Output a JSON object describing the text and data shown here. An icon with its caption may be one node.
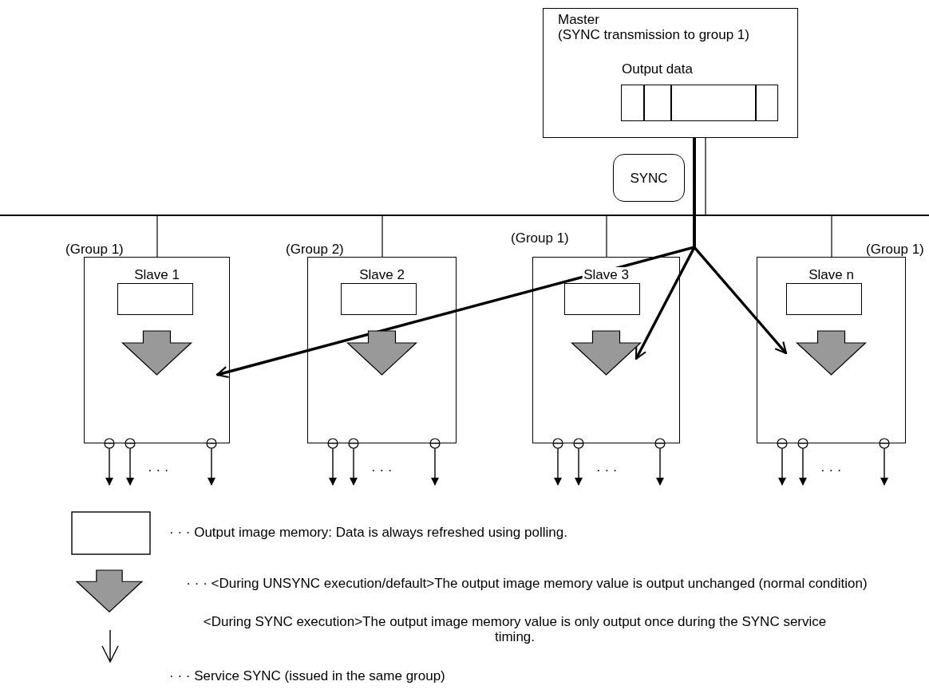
{
  "diagram": {
    "nodes": [
      {
        "text": [
          "Master",
          "(SYNC transmission to group 1)",
          "Output data"
        ]
      },
      {
        "text": [],
        "shape": "box",
        "in": 0
      },
      {
        "text": [
          "SYNC"
        ]
      },
      {
        "text": [],
        "shape": "bar"
      },
      {
        "text": [
          "Slave 1"
        ],
        "beside": [
          "(Group 1)"
        ]
      },
      {
        "text": [],
        "shape": "box",
        "in": 4
      },
      {
        "text": [
          "Slave 2"
        ],
        "beside": [
          "(Group 2)"
        ]
      },
      {
        "text": [],
        "shape": "box",
        "in": 6
      },
      {
        "text": [
          "Slave 3"
        ],
        "beside": [
          "(Group 1)"
        ]
      },
      {
        "text": [],
        "shape": "box",
        "in": 8
      },
      {
        "text": [
          "Slave n"
        ],
        "beside": [
          "(Group 1)"
        ]
      },
      {
        "text": [],
        "shape": "box",
        "in": 10
      }
    ],
    "edges": [
      {
        "from": 0,
        "to": 3,
        "arrow": "none"
      },
      {
        "from": 0,
        "to": 5,
        "arrow": "to",
        "style": "thick"
      },
      {
        "from": 0,
        "to": 9,
        "arrow": "to",
        "style": "thick"
      },
      {
        "from": 0,
        "to": 11,
        "arrow": "to",
        "style": "thick"
      },
      {
        "from": 3,
        "to": 4,
        "arrow": "none"
      },
      {
        "from": 3,
        "to": 6,
        "arrow": "none"
      },
      {
        "from": 3,
        "to": 8,
        "arrow": "none"
      },
      {
        "from": 3,
        "to": 10,
        "arrow": "none"
      },
      {
        "from": 4,
        "to": null,
        "arrow": "to"
      },
      {
        "from": 4,
        "to": null,
        "arrow": "to"
      },
      {
        "from": 4,
        "to": null,
        "arrow": "to"
      },
      {
        "from": 6,
        "to": null,
        "arrow": "to"
      },
      {
        "from": 6,
        "to": null,
        "arrow": "to"
      },
      {
        "from": 6,
        "to": null,
        "arrow": "to"
      },
      {
        "from": 8,
        "to": null,
        "arrow": "to"
      },
      {
        "from": 8,
        "to": null,
        "arrow": "to"
      },
      {
        "from": 8,
        "to": null,
        "arrow": "to"
      },
      {
        "from": 10,
        "to": null,
        "arrow": "to"
      },
      {
        "from": 10,
        "to": null,
        "arrow": "to"
      },
      {
        "from": 10,
        "to": null,
        "arrow": "to"
      }
    ],
    "labels": [
      "· · ·",
      "· · ·",
      "· · ·",
      "· · ·"
    ],
    "legend": [
      {
        "text": "· · · Output image memory: Data is always refreshed using polling."
      },
      {
        "text": "· · · <During UNSYNC execution/default>The output image memory value is output unchanged (normal condition)"
      },
      {
        "text": "<During SYNC execution>The output image memory value is only output once during the SYNC service timing."
      },
      {
        "text": "· · · Service SYNC (issued in the same group)"
      }
    ]
  }
}
